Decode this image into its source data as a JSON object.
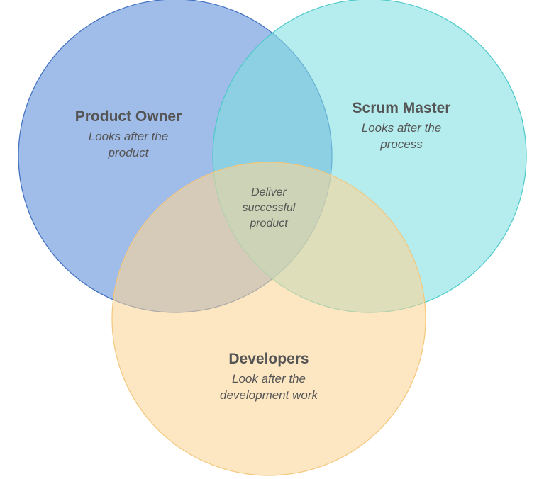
{
  "colors": {
    "background": "#ffffff",
    "product_owner_fill": "#6d98dc",
    "product_owner_stroke": "#3f6fc0",
    "scrum_master_fill": "#7fdfe0",
    "scrum_master_stroke": "#4cc9c9",
    "developers_fill": "#fbd596",
    "developers_stroke": "#f3c77c",
    "text": "#555555"
  },
  "product_owner": {
    "title": "Product Owner",
    "desc_line1": "Looks after the",
    "desc_line2": "product"
  },
  "scrum_master": {
    "title": "Scrum Master",
    "desc_line1": "Looks after the",
    "desc_line2": "process"
  },
  "developers": {
    "title": "Developers",
    "desc_line1": "Look after the",
    "desc_line2": "development work"
  },
  "center": {
    "line1": "Deliver",
    "line2": "successful",
    "line3": "product"
  }
}
